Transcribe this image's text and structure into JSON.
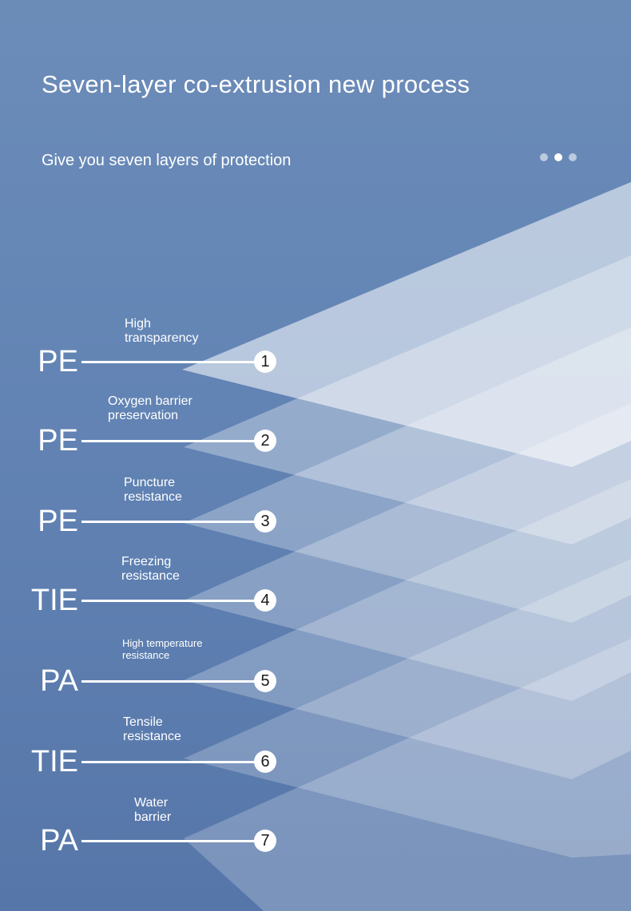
{
  "header": {
    "title": "Seven-layer co-extrusion new process",
    "subtitle": "Give you seven layers of protection"
  },
  "pagination": {
    "dots": 3,
    "active_index": 1
  },
  "layers": [
    {
      "number": "1",
      "material": "PE",
      "desc_line1": "High",
      "desc_line2": "transparency"
    },
    {
      "number": "2",
      "material": "PE",
      "desc_line1": "Oxygen barrier",
      "desc_line2": "preservation"
    },
    {
      "number": "3",
      "material": "PE",
      "desc_line1": "Puncture",
      "desc_line2": "resistance"
    },
    {
      "number": "4",
      "material": "TIE",
      "desc_line1": "Freezing",
      "desc_line2": "resistance"
    },
    {
      "number": "5",
      "material": "PA",
      "desc_line1": "High temperature",
      "desc_line2": "resistance"
    },
    {
      "number": "6",
      "material": "TIE",
      "desc_line1": "Tensile",
      "desc_line2": "resistance"
    },
    {
      "number": "7",
      "material": "PA",
      "desc_line1": "Water",
      "desc_line2": "barrier"
    }
  ],
  "colors": {
    "background": "#6587b6",
    "text": "#ffffff",
    "number_text": "#1a1a1a"
  }
}
